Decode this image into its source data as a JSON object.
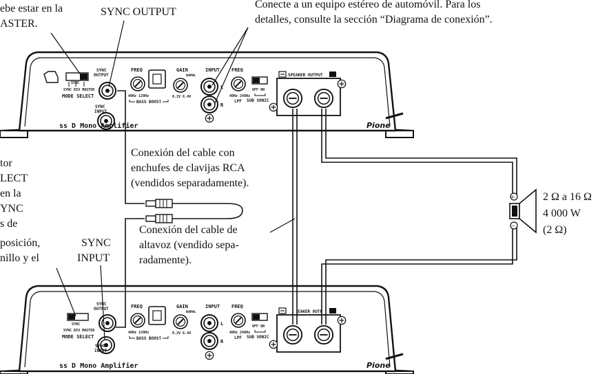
{
  "captions": {
    "master_top": [
      "ebe estar en la",
      "ASTER."
    ],
    "sync_output_top": "SYNC OUTPUT",
    "connect_note": [
      "Conecte a un equipo estéreo de automóvil. Para los",
      "detalles, consulte la sección “Diagrama de conexión”."
    ],
    "rca_cable": [
      "Conexión del cable con",
      "enchufes de clavijas RCA",
      "(vendidos separadamente)."
    ],
    "speaker_cable": [
      "Conexión del cable de",
      "altavoz (vendido sepa-",
      "radamente)."
    ],
    "left_side": [
      "tor",
      "LECT",
      "en la",
      "YNC",
      "s de",
      "posición,",
      "nillo y el"
    ],
    "sync_input_left": [
      "SYNC",
      "INPUT"
    ],
    "speaker_spec": [
      "2 Ω a 16 Ω",
      "4 000 W",
      "(2 Ω)"
    ]
  },
  "amp_top": {
    "model": "ss D Mono Amplifier",
    "brand": "Pione",
    "mode_select": "MODE SELECT",
    "mode_options": "SYNC DIV MASTER",
    "mode_sync": "SYNC",
    "sync_output": [
      "SYNC",
      "OUTPUT"
    ],
    "sync_input": [
      "SYNC",
      "INPUT"
    ],
    "freq": "FREQ",
    "freq_range": "40Hz 120Hz",
    "bass_boost": "BASS BOOST",
    "gain": "GAIN",
    "gain_normal": "NORMAL",
    "gain_range": "0.2V 6.4V",
    "input": "INPUT",
    "input_l": "L",
    "input_r": "R",
    "lpf_freq": "FREQ",
    "lpf_range": "40Hz 240Hz",
    "lpf": "LPF",
    "subsonic_states": "OFF ON",
    "sub_sonic": "SUB SONIC",
    "speaker_output": "SPEAKER OUTPUT"
  },
  "amp_bottom": {
    "model": "ss D Mono Amplifier",
    "brand": "Pione",
    "mode_select": "MODE SELECT",
    "mode_options": "SYNC DIV MASTER",
    "mode_sync": "SYNC",
    "sync_output": [
      "SYNC",
      "OUTPUT"
    ],
    "sync_input": [
      "SYNC",
      "INPUT"
    ],
    "freq": "FREQ",
    "freq_range": "40Hz 120Hz",
    "bass_boost": "BASS BOOST",
    "gain": "GAIN",
    "gain_normal": "NORMAL",
    "gain_range": "0.2V 6.4V",
    "input": "INPUT",
    "input_l": "L",
    "input_r": "R",
    "lpf_freq": "FREQ",
    "lpf_range": "40Hz 240Hz",
    "lpf": "LPF",
    "subsonic_states": "OFF ON",
    "sub_sonic": "SUB SONIC",
    "speaker_output": "EAKER OUTP"
  },
  "speaker": {
    "plus": "+",
    "minus": "−"
  }
}
